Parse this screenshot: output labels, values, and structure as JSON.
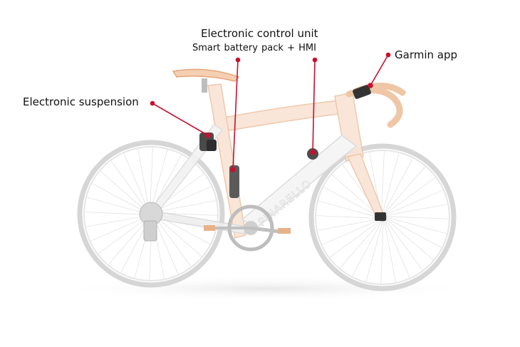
{
  "labels": {
    "ecu_title": "Electronic control unit",
    "ecu_sub": "Smart battery pack   +   HMI",
    "garmin": "Garmin app",
    "suspension": "Electronic suspension"
  },
  "frame_brand": "PINARELLO",
  "colors": {
    "callout": "#c8102e",
    "frame_fill": "#f7dcc8",
    "frame_stroke": "#e8b894",
    "wheel": "#cfcfcf",
    "component": "#555555"
  }
}
